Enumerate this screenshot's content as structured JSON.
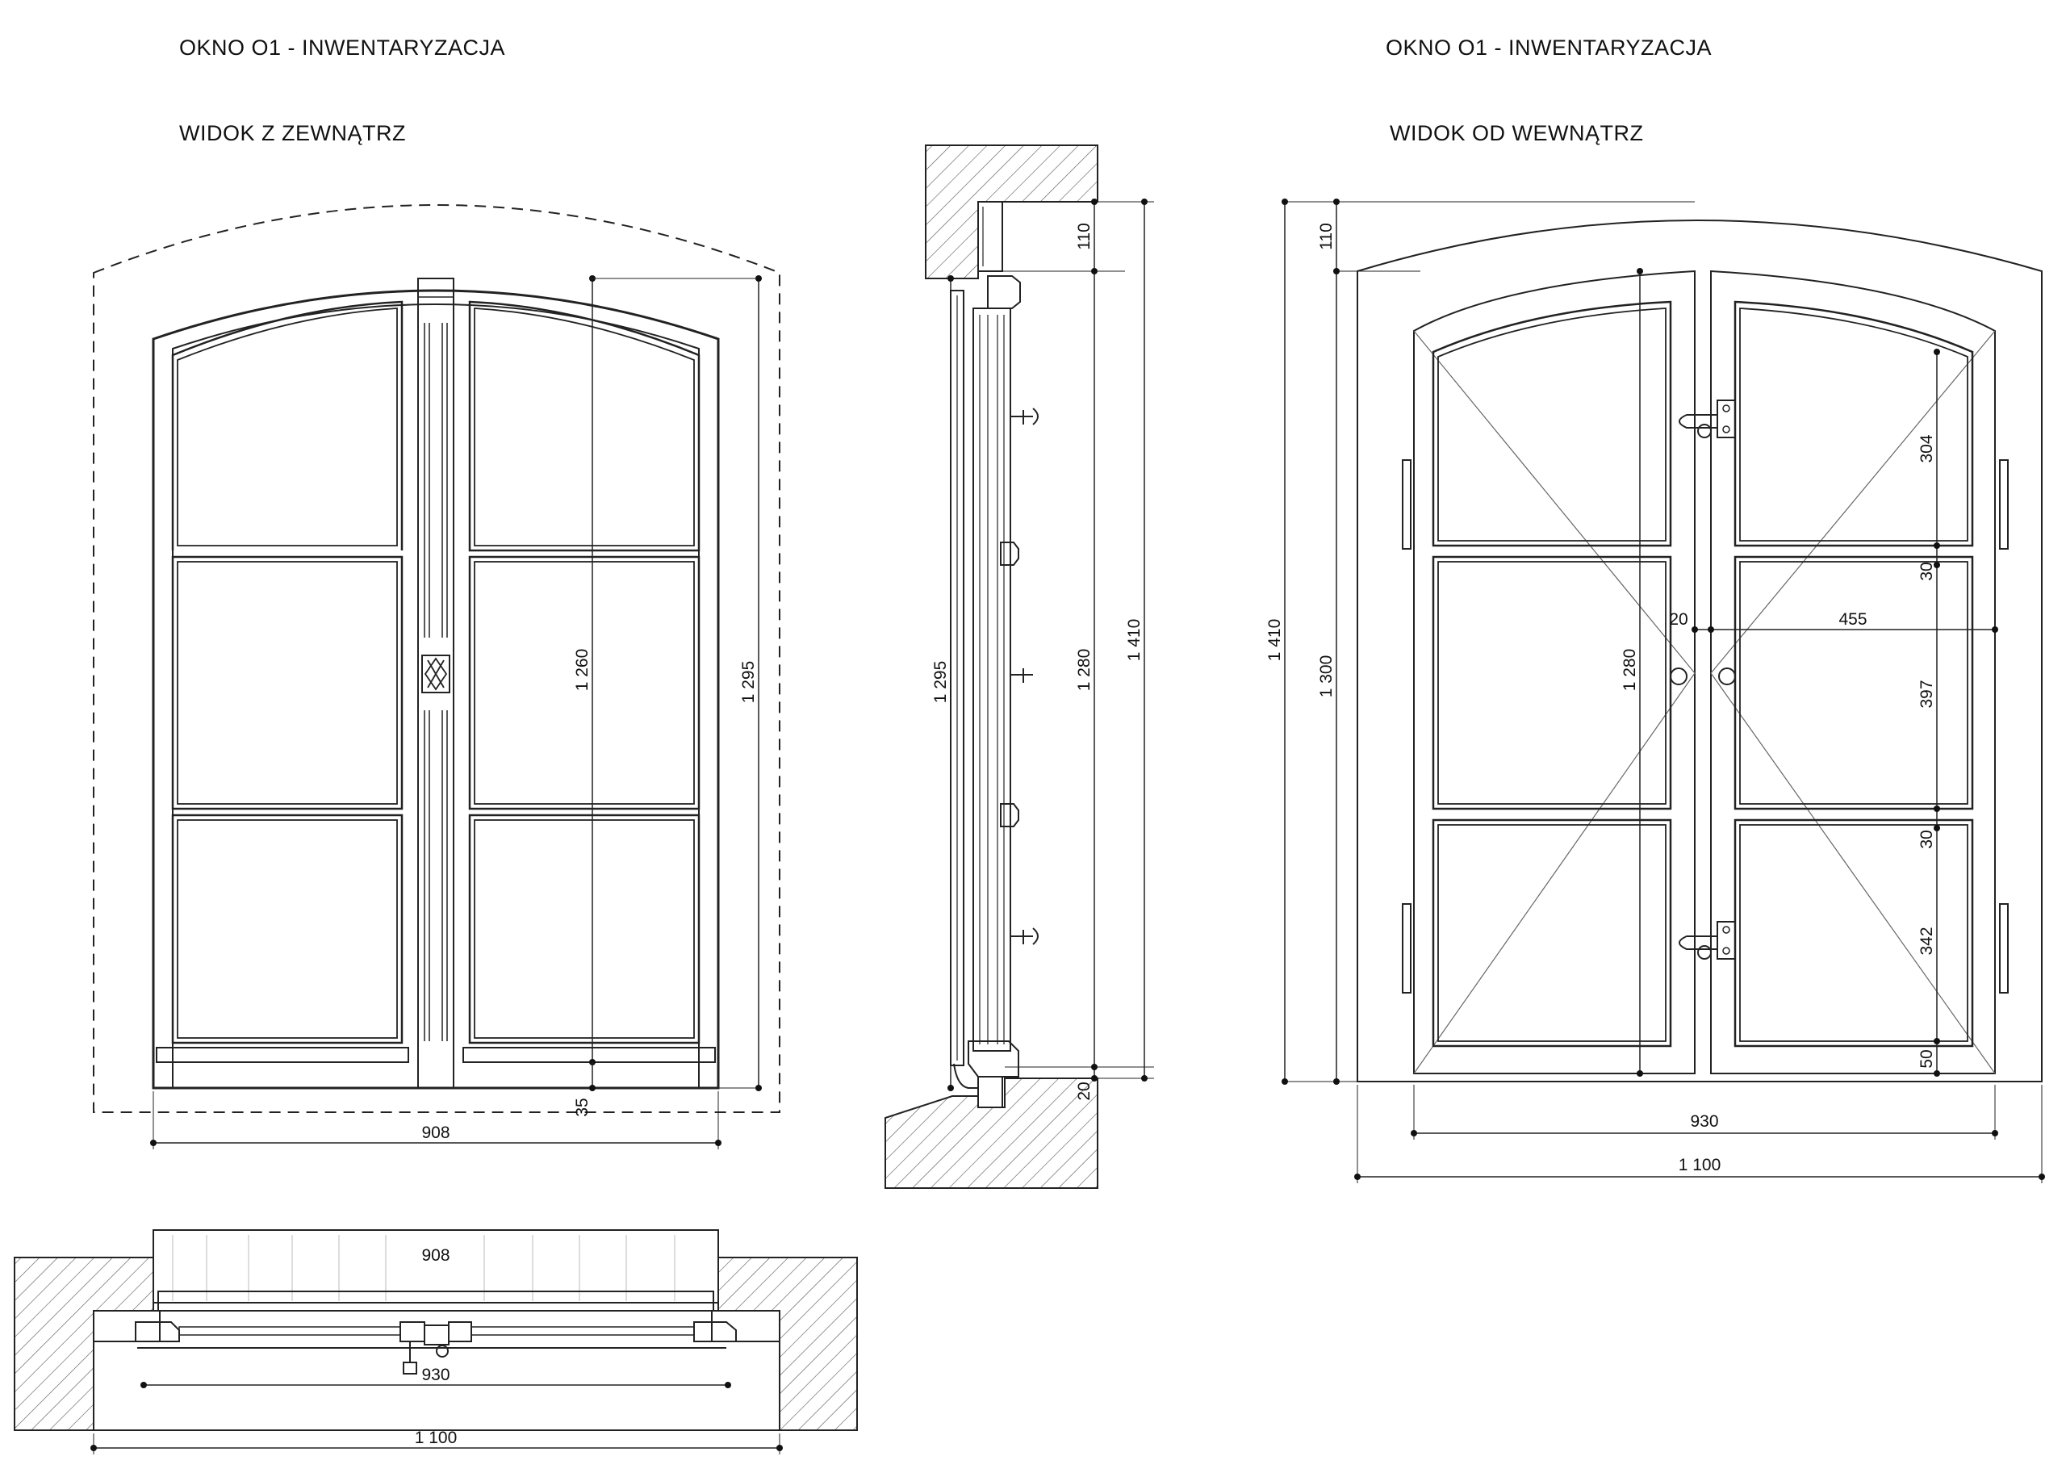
{
  "titles": {
    "left_title": "OKNO O1 - INWENTARYZACJA",
    "left_subtitle": "WIDOK Z ZEWNĄTRZ",
    "right_title": "OKNO O1 - INWENTARYZACJA",
    "right_subtitle": "WIDOK OD WEWNĄTRZ"
  },
  "exterior_view": {
    "height_dim": "1 260",
    "opening_height_dim": "1 295",
    "sill_dim": "35",
    "width_dim": "908"
  },
  "section_view": {
    "top_dim": "110",
    "frame_height_dim": "1 295",
    "sash_height_dim": "1 280",
    "total_height_dim": "1 410",
    "bottom_dim": "20"
  },
  "interior_view": {
    "top_dim": "110",
    "total_height_dim": "1 410",
    "frame_height_dim": "1 300",
    "sash_height_dim": "1 280",
    "pane_top_dim": "304",
    "transom_1_dim": "30",
    "gap_dim": "20",
    "sash_width_dim": "455",
    "pane_mid_dim": "397",
    "transom_2_dim": "30",
    "pane_bottom_dim": "342",
    "bottom_rail_dim": "50",
    "inner_width_dim": "930",
    "outer_width_dim": "1 100"
  },
  "plan_view": {
    "sash_width_dim": "908",
    "inner_width_dim": "930",
    "outer_width_dim": "1 100"
  }
}
